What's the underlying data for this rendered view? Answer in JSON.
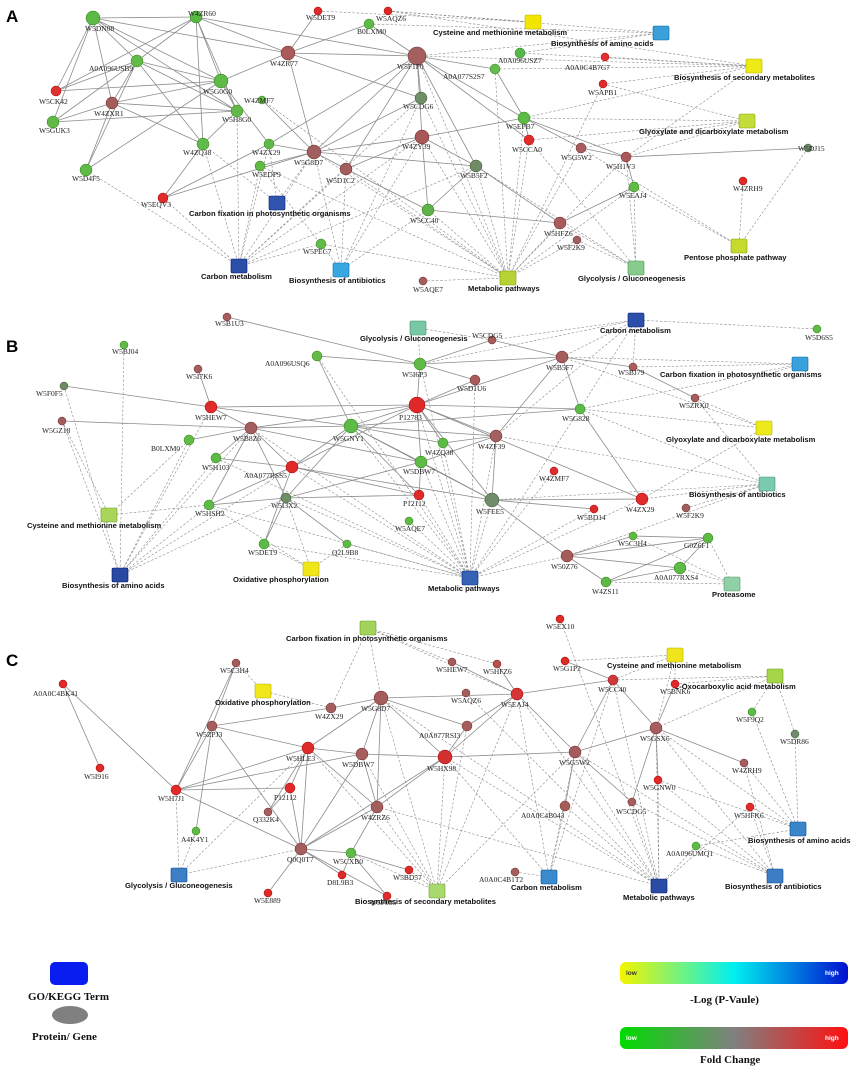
{
  "panels": [
    {
      "label": "A",
      "terms": [
        {
          "id": "cys",
          "name": "Cysteine and methionine metabolism",
          "color": "#f2e600"
        },
        {
          "id": "bioaa",
          "name": "Biosynthesis of amino acids",
          "color": "#3b9fd9"
        },
        {
          "id": "bsm",
          "name": "Biosynthesis of secondary metabolites",
          "color": "#eeea16"
        },
        {
          "id": "gly",
          "name": "Glyoxylate and dicarboxylate metabolism",
          "color": "#c3dc3a"
        },
        {
          "id": "cfix",
          "name": "Carbon fixation in photosynthetic organisms",
          "color": "#2f55b0"
        },
        {
          "id": "ppp",
          "name": "Pentose phosphate pathway",
          "color": "#c5d92e"
        },
        {
          "id": "cmet",
          "name": "Carbon metabolism",
          "color": "#2b4ea6"
        },
        {
          "id": "boa",
          "name": "Biosynthesis of antibiotics",
          "color": "#3aa8e0"
        },
        {
          "id": "met",
          "name": "Metabolic pathways",
          "color": "#b6d335"
        },
        {
          "id": "glyc",
          "name": "Glycolysis / Gluconeogenesis",
          "color": "#86cc8c"
        }
      ],
      "genes": [
        {
          "id": "W5DN08",
          "color": "#5cb946"
        },
        {
          "id": "W4ZR60",
          "color": "#58b844"
        },
        {
          "id": "W5DET9",
          "color": "#de2a2a"
        },
        {
          "id": "W5AQZ6",
          "color": "#de2828"
        },
        {
          "id": "B0LXM0",
          "color": "#5fbb44"
        },
        {
          "id": "A0A096USB9",
          "color": "#62bb48"
        },
        {
          "id": "W4ZR77",
          "color": "#a95a5a"
        },
        {
          "id": "W5F1P0",
          "color": "#a3605f"
        },
        {
          "id": "A0A096USZ7",
          "color": "#55b84a"
        },
        {
          "id": "A0A077S2S7",
          "color": "#66bb4c"
        },
        {
          "id": "A0A0C4B7G7",
          "color": "#e03030"
        },
        {
          "id": "W5CK42",
          "color": "#e03131"
        },
        {
          "id": "W4ZXR1",
          "color": "#a55d5c"
        },
        {
          "id": "W5G0G0",
          "color": "#5fba47"
        },
        {
          "id": "W4ZMF7",
          "color": "#66ba4a"
        },
        {
          "id": "W5APB1",
          "color": "#dd2e2e"
        },
        {
          "id": "W5GUK3",
          "color": "#61b947"
        },
        {
          "id": "W5H8G0",
          "color": "#64b84a"
        },
        {
          "id": "W5CDG6",
          "color": "#6e8f66"
        },
        {
          "id": "W5EPB7",
          "color": "#5cbb45"
        },
        {
          "id": "W4ZQ38",
          "color": "#5fba49"
        },
        {
          "id": "W4ZX29",
          "color": "#62b94a"
        },
        {
          "id": "W5G8D7",
          "color": "#a05f5e"
        },
        {
          "id": "W4ZY39",
          "color": "#a95858"
        },
        {
          "id": "W5CCA0",
          "color": "#e22b2b"
        },
        {
          "id": "W5G5W2",
          "color": "#a85c5b"
        },
        {
          "id": "W5H1V3",
          "color": "#ab5858"
        },
        {
          "id": "W5DJ15",
          "color": "#6f8d6a"
        },
        {
          "id": "W5D4F5",
          "color": "#5fba47"
        },
        {
          "id": "W5EDP9",
          "color": "#63b848"
        },
        {
          "id": "W5D1C2",
          "color": "#a25d5c"
        },
        {
          "id": "W5B5F2",
          "color": "#6f8c67"
        },
        {
          "id": "W5EAJ4",
          "color": "#5fba47"
        },
        {
          "id": "W4ZRH9",
          "color": "#df2a2a"
        },
        {
          "id": "W5EQV3",
          "color": "#e02b2b"
        },
        {
          "id": "W5CC40",
          "color": "#5fb149"
        },
        {
          "id": "W5HFZ6",
          "color": "#a95a5a"
        },
        {
          "id": "W5F2K9",
          "color": "#a15f5e"
        },
        {
          "id": "W5PEC7",
          "color": "#62ba47"
        },
        {
          "id": "W5AQE7",
          "color": "#a35f5e"
        }
      ]
    },
    {
      "label": "B",
      "terms": [
        {
          "id": "glyc",
          "name": "Glycolysis / Gluconeogenesis",
          "color": "#79c7a4"
        },
        {
          "id": "cmet",
          "name": "Carbon metabolism",
          "color": "#2c50aa"
        },
        {
          "id": "cfix",
          "name": "Carbon fixation in photosynthetic organisms",
          "color": "#3aa1dd"
        },
        {
          "id": "gly",
          "name": "Glyoxylate and dicarboxylate metabolism",
          "color": "#ecea1b"
        },
        {
          "id": "boa",
          "name": "Biosynthesis of antibiotics",
          "color": "#7ac9b1"
        },
        {
          "id": "cys",
          "name": "Cysteine and methionine metabolism",
          "color": "#a9d55a"
        },
        {
          "id": "oxp",
          "name": "Oxidative phosphorylation",
          "color": "#f0e61a"
        },
        {
          "id": "bioaa",
          "name": "Biosynthesis of amino acids",
          "color": "#2a4aa2"
        },
        {
          "id": "met",
          "name": "Metabolic pathways",
          "color": "#3663b6"
        },
        {
          "id": "prot",
          "name": "Proteasome",
          "color": "#8fd0a7"
        }
      ],
      "genes": [
        {
          "id": "W5B1U3",
          "color": "#a55e5e"
        },
        {
          "id": "W5D6S5",
          "color": "#5fba47"
        },
        {
          "id": "W5BJ04",
          "color": "#5fb947"
        },
        {
          "id": "W5CDG5",
          "color": "#a55c5b"
        },
        {
          "id": "A0A096USQ6",
          "color": "#62ba47"
        },
        {
          "id": "W5I6P3",
          "color": "#60ba47"
        },
        {
          "id": "W5B5F7",
          "color": "#a55d5c"
        },
        {
          "id": "W5I7K6",
          "color": "#a35f5e"
        },
        {
          "id": "W5D1U6",
          "color": "#a95a5a"
        },
        {
          "id": "W5BJ79",
          "color": "#a85d5c"
        },
        {
          "id": "W5F0F5",
          "color": "#6f8b66"
        },
        {
          "id": "W5HEW7",
          "color": "#e12b2b"
        },
        {
          "id": "P12783",
          "color": "#e02828"
        },
        {
          "id": "W5ZRX0",
          "color": "#a55c5c"
        },
        {
          "id": "W5B8Z6",
          "color": "#a35f5e"
        },
        {
          "id": "W5G828",
          "color": "#5ebb49"
        },
        {
          "id": "W5GZ18",
          "color": "#a05d5c"
        },
        {
          "id": "W5GNY1",
          "color": "#5eba46"
        },
        {
          "id": "W4ZF39",
          "color": "#a36060"
        },
        {
          "id": "B0LXM0",
          "color": "#60ba46"
        },
        {
          "id": "W4ZQ38",
          "color": "#5dba47"
        },
        {
          "id": "W5H103",
          "color": "#5fb946"
        },
        {
          "id": "A0A077RSS5",
          "color": "#e02a2a"
        },
        {
          "id": "W5DBW7",
          "color": "#5fba47"
        },
        {
          "id": "W4ZMF7",
          "color": "#df2b2b"
        },
        {
          "id": "P12112",
          "color": "#e02b2b"
        },
        {
          "id": "W5I3X2",
          "color": "#6e8f66"
        },
        {
          "id": "W5FEE5",
          "color": "#718c6a"
        },
        {
          "id": "W4ZX29",
          "color": "#e12a2a"
        },
        {
          "id": "W5HSH2",
          "color": "#5fba47"
        },
        {
          "id": "W5BD14",
          "color": "#e02b2b"
        },
        {
          "id": "W5F2K9",
          "color": "#a05e5d"
        },
        {
          "id": "W5AQE7",
          "color": "#5fba47"
        },
        {
          "id": "W5C3H4",
          "color": "#60b947"
        },
        {
          "id": "G0Z6F1",
          "color": "#5fb947"
        },
        {
          "id": "W5DET9",
          "color": "#5fb947"
        },
        {
          "id": "Q2L9B8",
          "color": "#5fba47"
        },
        {
          "id": "W50Z76",
          "color": "#a65b5b"
        },
        {
          "id": "A0A077RXS4",
          "color": "#5fba47"
        },
        {
          "id": "W4ZS11",
          "color": "#5eb946"
        }
      ]
    },
    {
      "label": "C",
      "terms": [
        {
          "id": "cfix",
          "name": "Carbon fixation in photosynthetic organisms",
          "color": "#a3d35a"
        },
        {
          "id": "cys",
          "name": "Cysteine and methionine metabolism",
          "color": "#efe51a"
        },
        {
          "id": "oxo",
          "name": "2-Oxocarboxylic acid metabolism",
          "color": "#a5d549"
        },
        {
          "id": "oxp",
          "name": "Oxidative phosphorylation",
          "color": "#f0e61a"
        },
        {
          "id": "bioaa",
          "name": "Biosynthesis of amino acids",
          "color": "#3a86c9"
        },
        {
          "id": "glyc",
          "name": "Glycolysis / Gluconeogenesis",
          "color": "#3d7fc5"
        },
        {
          "id": "bsm",
          "name": "Biosynthesis of secondary metabolites",
          "color": "#a9d86e"
        },
        {
          "id": "cmet",
          "name": "Carbon metabolism",
          "color": "#3a8ace"
        },
        {
          "id": "met",
          "name": "Metabolic pathways",
          "color": "#2b4ca4"
        },
        {
          "id": "boa",
          "name": "Biosynthesis of antibiotics",
          "color": "#3c7ec6"
        }
      ],
      "genes": [
        {
          "id": "W5EX10",
          "color": "#e02b2b"
        },
        {
          "id": "W5C3H4",
          "color": "#a65c5b"
        },
        {
          "id": "W5HEW7",
          "color": "#a65c5b"
        },
        {
          "id": "W5HFZ6",
          "color": "#b55050"
        },
        {
          "id": "W5G1P2",
          "color": "#df2929"
        },
        {
          "id": "W5CC40",
          "color": "#cc3b3b"
        },
        {
          "id": "W5BNK6",
          "color": "#df2a2a"
        },
        {
          "id": "A0A0C4BK41",
          "color": "#e02b2b"
        },
        {
          "id": "W5G8D7",
          "color": "#a55d5c"
        },
        {
          "id": "W4ZX29",
          "color": "#a35f5e"
        },
        {
          "id": "W5AQZ6",
          "color": "#a35e5d"
        },
        {
          "id": "W5EAJ4",
          "color": "#d63535"
        },
        {
          "id": "W5F9Q2",
          "color": "#5fba47"
        },
        {
          "id": "W5ZPJ3",
          "color": "#a55e5d"
        },
        {
          "id": "A0A077RSI3",
          "color": "#a65d5c"
        },
        {
          "id": "W5GSX6",
          "color": "#a55e5d"
        },
        {
          "id": "W5DR86",
          "color": "#6f8d6a"
        },
        {
          "id": "W5I916",
          "color": "#e02b2b"
        },
        {
          "id": "W5HLE3",
          "color": "#e02a2a"
        },
        {
          "id": "W5DBW7",
          "color": "#a55e5d"
        },
        {
          "id": "W5HX98",
          "color": "#d33131"
        },
        {
          "id": "W5G5W2",
          "color": "#a55d5c"
        },
        {
          "id": "W4ZRH9",
          "color": "#a35e5d"
        },
        {
          "id": "W5H7J1",
          "color": "#e12a2a"
        },
        {
          "id": "P12112",
          "color": "#e02a2a"
        },
        {
          "id": "Q332K4",
          "color": "#a65e5d"
        },
        {
          "id": "W5GNW0",
          "color": "#e02a2a"
        },
        {
          "id": "W4ZRZ6",
          "color": "#a35f5e"
        },
        {
          "id": "A0A0C4B043",
          "color": "#a55d5c"
        },
        {
          "id": "W5CDG5",
          "color": "#a35e5d"
        },
        {
          "id": "W5HFK6",
          "color": "#e02b2b"
        },
        {
          "id": "A4K4Y1",
          "color": "#5fba47"
        },
        {
          "id": "Q0Q0T7",
          "color": "#a35e5d"
        },
        {
          "id": "W5CXB0",
          "color": "#5fba47"
        },
        {
          "id": "W5BD57",
          "color": "#e02a2a"
        },
        {
          "id": "A0A096UMQ1",
          "color": "#5fba47"
        },
        {
          "id": "D8L9B3",
          "color": "#e02a2a"
        },
        {
          "id": "W5F095",
          "color": "#e02b2b"
        },
        {
          "id": "A0A0C4B1T2",
          "color": "#a35f5e"
        },
        {
          "id": "W5E889",
          "color": "#e02a2a"
        }
      ]
    }
  ],
  "legend": {
    "term_label": "GO/KEGG Term",
    "term_color": "#0a1df0",
    "gene_label": "Protein/ Gene",
    "gene_color": "#808080",
    "pvalue_title": "-Log (P-Vaule)",
    "pvalue_low": "low",
    "pvalue_high": "high",
    "pvalue_colors": [
      "#f4f400",
      "#00f0f0",
      "#0010d0"
    ],
    "fold_title": "Fold Change",
    "fold_low": "low",
    "fold_high": "high",
    "fold_colors": [
      "#00dc00",
      "#808080",
      "#ff1010"
    ]
  }
}
